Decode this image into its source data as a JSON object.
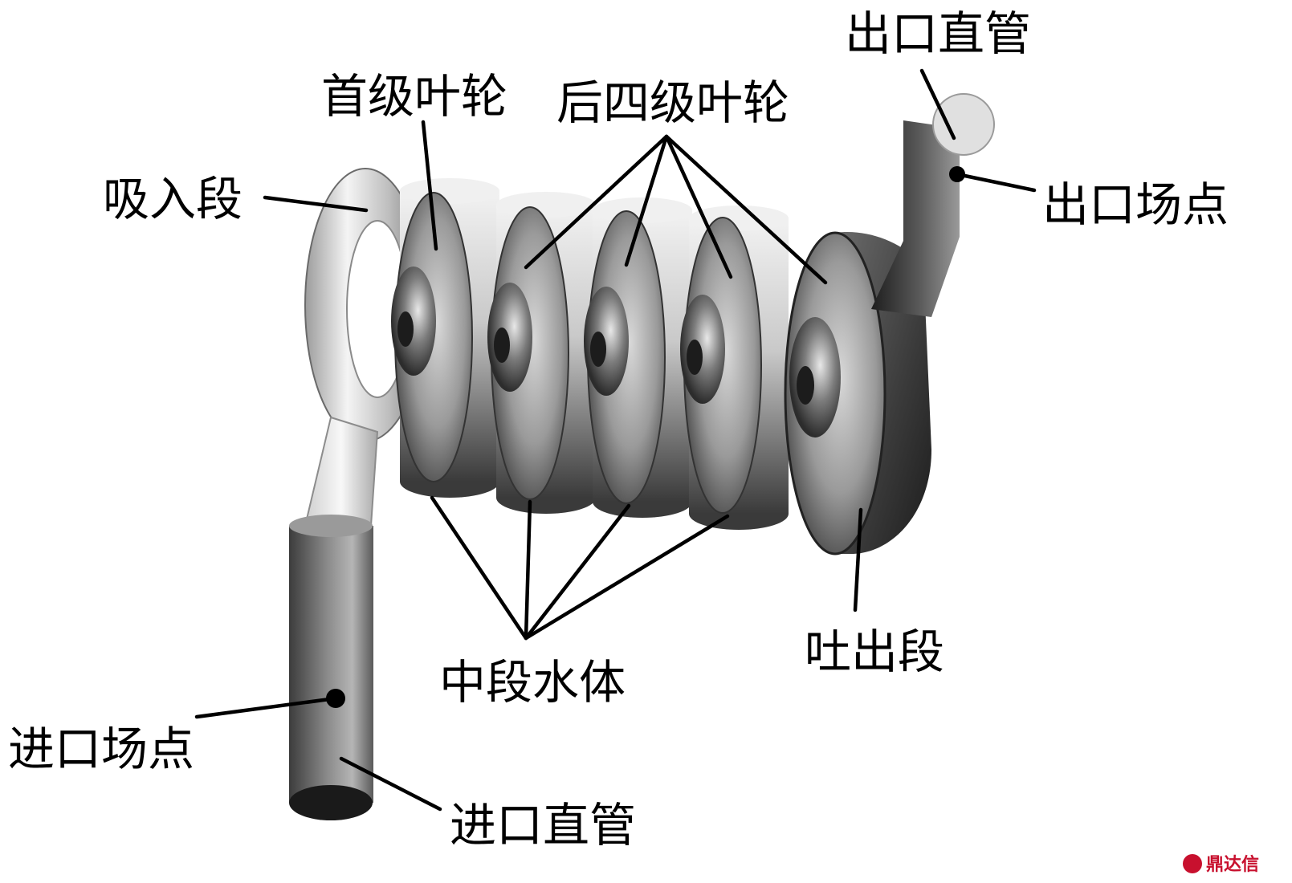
{
  "diagram": {
    "labels": {
      "outlet_pipe": "出口直管",
      "first_impeller": "首级叶轮",
      "rear_impellers": "后四级叶轮",
      "suction_section": "吸入段",
      "outlet_point": "出口场点",
      "discharge_section": "吐出段",
      "middle_water": "中段水体",
      "inlet_point": "进口场点",
      "inlet_pipe": "进口直管"
    },
    "watermark": "鼎达信"
  }
}
